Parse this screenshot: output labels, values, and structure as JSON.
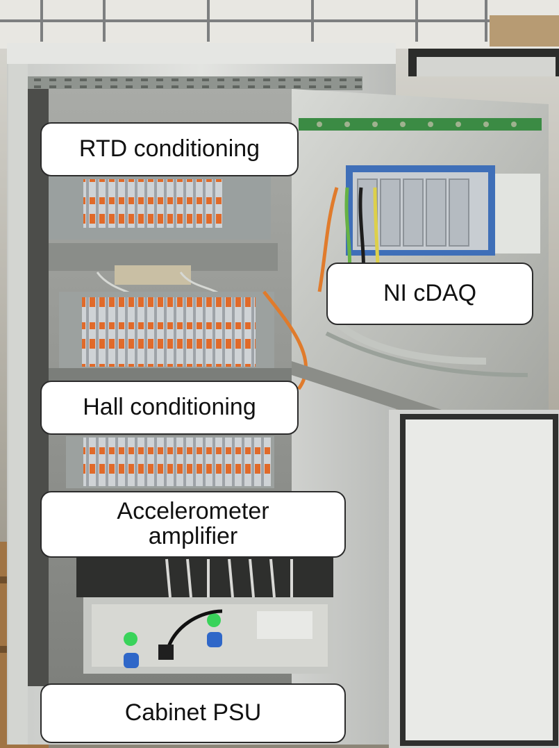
{
  "photo": {
    "subject": "open electrical equipment cabinet",
    "icon": "photo-illustration"
  },
  "callouts": {
    "rtd": "RTD conditioning",
    "ni": "NI cDAQ",
    "hall": "Hall conditioning",
    "accel_line1": "Accelerometer",
    "accel_line2": "amplifier",
    "psu": "Cabinet PSU"
  },
  "colors": {
    "terminal_orange": "#e06a2a",
    "module_grey": "#c8cdd2",
    "indicator_green": "#39d35a",
    "socket_blue": "#2f67c8",
    "cdaq_blue": "#3f6fb8"
  }
}
